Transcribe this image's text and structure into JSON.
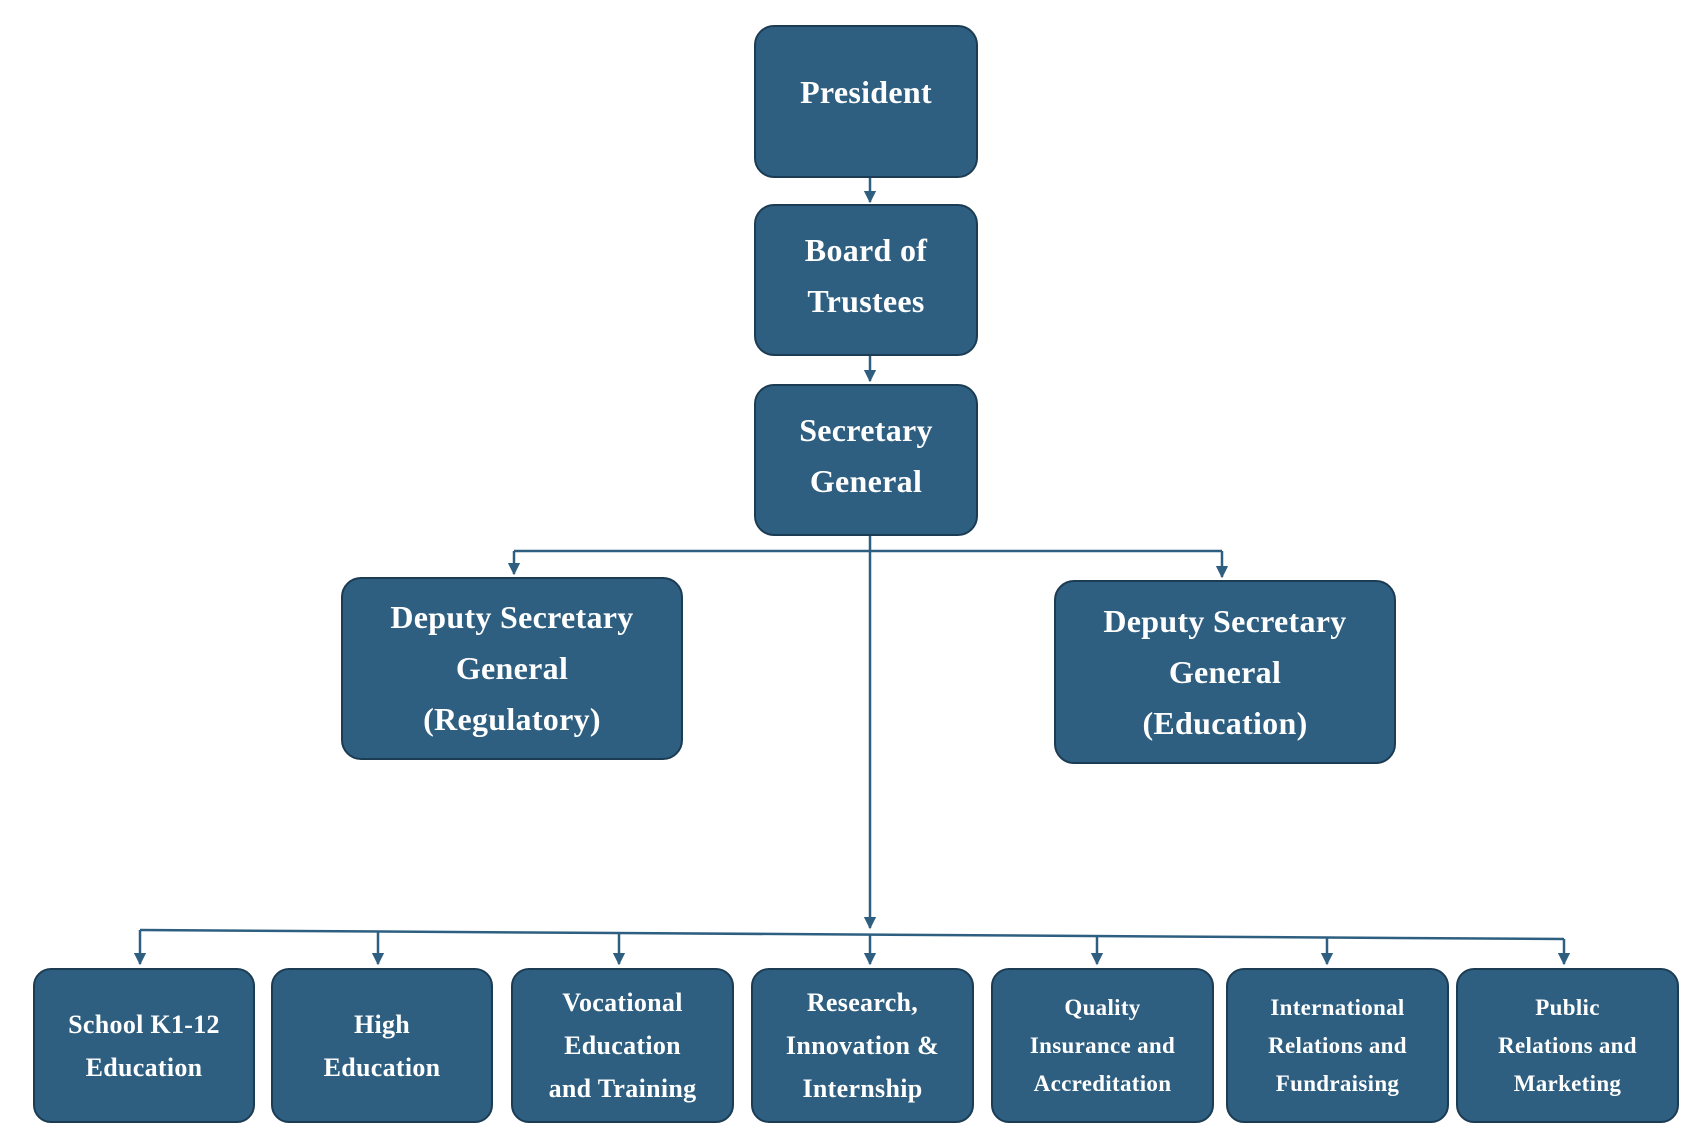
{
  "colors": {
    "box_fill": "#2e5f80",
    "box_border": "#1c3c54",
    "text": "#ffffff",
    "connector": "#2e5f80"
  },
  "nodes": {
    "president": "President",
    "board": "Board of\nTrustees",
    "secretary": "Secretary\nGeneral",
    "deputy_regulatory": "Deputy Secretary\nGeneral\n(Regulatory)",
    "deputy_education": "Deputy Secretary\nGeneral\n(Education)",
    "units": [
      "School K1-12\nEducation",
      "High\nEducation",
      "Vocational\nEducation\nand Training",
      "Research,\nInnovation &\nInternship",
      "Quality\nInsurance and\nAccreditation",
      "International\nRelations and\nFundraising",
      "Public\nRelations and\nMarketing"
    ]
  }
}
